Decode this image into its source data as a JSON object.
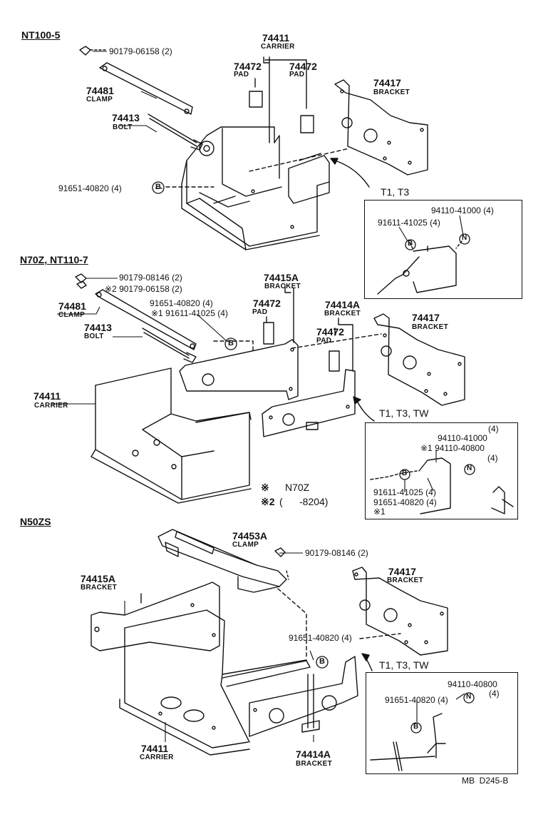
{
  "sections": {
    "nt100": "NT100-5",
    "n70z": "N70Z, NT110-7",
    "n50zs": "N50ZS"
  },
  "s1": {
    "carrier_num": "74411",
    "carrier_name": "CARRIER",
    "pad1_num": "74472",
    "pad1_name": "PAD",
    "pad2_num": "74472",
    "pad2_name": "PAD",
    "bracket_num": "74417",
    "bracket_name": "BRACKET",
    "nut_part": "90179-06158 (2)",
    "clamp_num": "74481",
    "clamp_name": "CLAMP",
    "bolt_num": "74413",
    "bolt_name": "BOLT",
    "bolt_b_part": "91651-40820 (4)",
    "models": "T1, T3",
    "detail": {
      "n_part": "94110-41000 (4)",
      "b_part": "91611-41025 (4)"
    }
  },
  "s2": {
    "nut1_part": "90179-08146 (2)",
    "nut2_part": "※2 90179-06158 (2)",
    "bracket_a_num": "74415A",
    "bracket_a_name": "BRACKET",
    "clamp_num": "74481",
    "clamp_name": "CLAMP",
    "b_part1": "91651-40820 (4)",
    "b_part2": "※1 91611-41025 (4)",
    "pad_num": "74472",
    "pad_name": "PAD",
    "bracket14_num": "74414A",
    "bracket14_name": "BRACKET",
    "pad2_num": "74472",
    "pad2_name": "PAD",
    "bracket17_num": "74417",
    "bracket17_name": "BRACKET",
    "bolt_num": "74413",
    "bolt_name": "BOLT",
    "carrier_num": "74411",
    "carrier_name": "CARRIER",
    "models": "T1, T3, TW",
    "detail": {
      "n_qty1": "(4)",
      "n_part1": "94110-41000",
      "n_part2": "※1 94110-40800",
      "n_qty2": "(4)",
      "b_part1": "91611-41025 (4)",
      "b_part2": "91651-40820 (4)",
      "mark": "※1"
    },
    "legend": {
      "l1_mark": "※",
      "l1_text": "N70Z",
      "l2_mark": "※2",
      "l2_text": "(      -8204)"
    }
  },
  "s3": {
    "clamp_num": "74453A",
    "clamp_name": "CLAMP",
    "nut_part": "90179-08146 (2)",
    "bracket17_num": "74417",
    "bracket17_name": "BRACKET",
    "bracket15_num": "74415A",
    "bracket15_name": "BRACKET",
    "b_part": "91651-40820 (4)",
    "models": "T1, T3, TW",
    "carrier_num": "74411",
    "carrier_name": "CARRIER",
    "bracket14_num": "74414A",
    "bracket14_name": "BRACKET",
    "detail": {
      "n_part": "94110-40800",
      "n_qty": "(4)",
      "b_part": "91651-40820 (4)"
    }
  },
  "callouts": {
    "b": "B",
    "n": "N"
  },
  "footer_ref": "MB  D245-B"
}
